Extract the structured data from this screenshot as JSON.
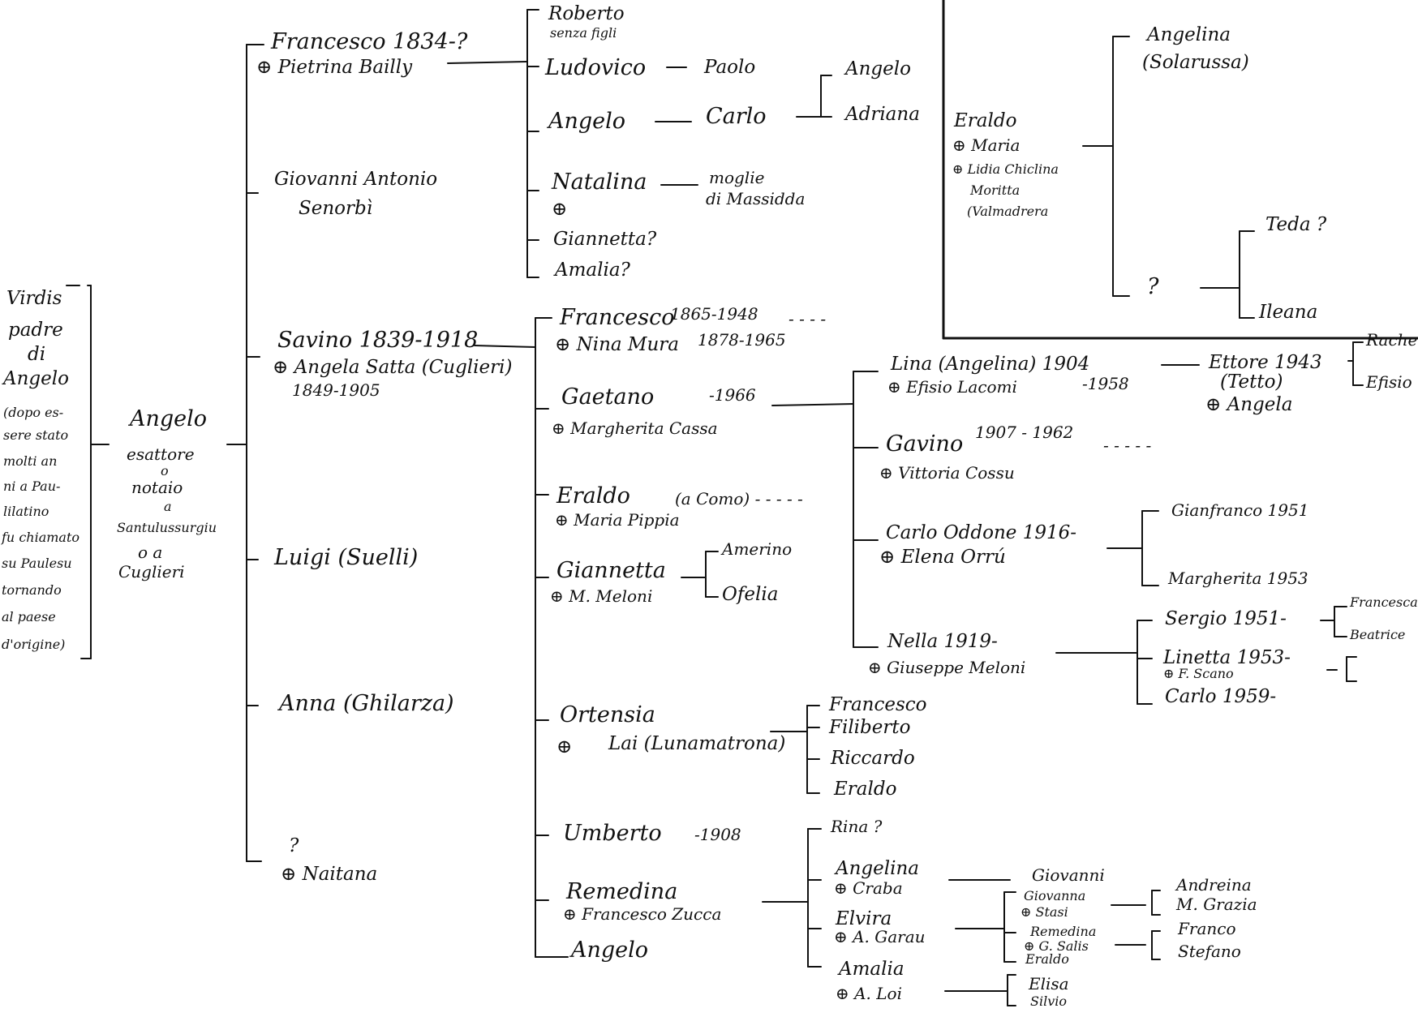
{
  "root": {
    "lines": [
      "Virdis",
      "padre",
      "di",
      "Angelo",
      "(dopo es-",
      "sere stato",
      "molti an",
      "ni a Pau-",
      "lilatino",
      "fu chiamato",
      "su Paulesu",
      "tornando",
      "al paese",
      "d'origine)"
    ]
  },
  "angelo": {
    "lines": [
      "Angelo",
      "esattore",
      "o",
      "notaio",
      "a",
      "Santulussurgiu",
      "o a",
      "Cuglieri"
    ]
  },
  "children": {
    "francesco": {
      "name": "Francesco 1834-?",
      "spouse": "⊕ Pietrina Bailly"
    },
    "giovanni_antonio": {
      "name": "Giovanni Antonio",
      "place": "Senorbì"
    },
    "savino": {
      "name": "Savino 1839-1918",
      "spouse": "⊕ Angela Satta (Cuglieri)",
      "spouse_dates": "1849-1905"
    },
    "luigi": {
      "name": "Luigi (Suelli)"
    },
    "anna": {
      "name": "Anna (Ghilarza)"
    },
    "unknown": {
      "name": "?",
      "spouse": "⊕ Naitana"
    }
  },
  "francesco_children": {
    "roberto": {
      "name": "Roberto",
      "note": "senza figli"
    },
    "ludovico": {
      "name": "Ludovico",
      "child": "Paolo"
    },
    "angelo": {
      "name": "Angelo",
      "child": "Carlo",
      "grandchildren": [
        "Angelo",
        "Adriana"
      ]
    },
    "natalina": {
      "name": "Natalina",
      "spouse": "⊕",
      "note_l1": "moglie",
      "note_l2": "di Massidda"
    },
    "giannetta": {
      "name": "Giannetta?"
    },
    "amalia": {
      "name": "Amalia?"
    }
  },
  "eraldo_box": {
    "name": "Eraldo",
    "spouse1": "⊕ Maria",
    "spouse2": "⊕ Lidia Chiclina",
    "spouse2_l2": "Moritta",
    "spouse2_l3": "(Valmadrera",
    "child1_l1": "Angelina",
    "child1_l2": "(Solarussa)",
    "child2": "?",
    "grandchild1": "Teda ?",
    "grandchild2": "Ileana"
  },
  "savino_children": {
    "francesco": {
      "name": "Francesco",
      "dates": "1865-1948",
      "spouse": "⊕ Nina Mura",
      "spouse_dates": "1878-1965",
      "dashes": "- - - -"
    },
    "gaetano": {
      "name": "Gaetano",
      "dates": "-1966",
      "spouse": "⊕ Margherita Cassa"
    },
    "eraldo": {
      "name": "Eraldo",
      "spouse": "⊕ Maria Pippia",
      "note": "(a Como) - - - - -"
    },
    "giannetta": {
      "name": "Giannetta",
      "spouse": "⊕ M. Meloni",
      "children": [
        "Amerino",
        "Ofelia"
      ]
    },
    "ortensia": {
      "name": "Ortensia",
      "spouse_sym": "⊕",
      "spouse": "Lai (Lunamatrona)",
      "children": [
        "Francesco",
        "Filiberto",
        "Riccardo",
        "Eraldo"
      ]
    },
    "umberto": {
      "name": "Umberto",
      "dates": "-1908"
    },
    "remedina": {
      "name": "Remedina",
      "spouse": "⊕ Francesco Zucca"
    },
    "angelo": {
      "name": "Angelo"
    }
  },
  "gaetano_children": {
    "lina": {
      "name": "Lina (Angelina) 1904",
      "spouse": "⊕ Efisio Lacomi",
      "dates": "-1958"
    },
    "ettore": {
      "name": "Ettore 1943",
      "nick": "(Tetto)",
      "spouse": "⊕ Angela",
      "children": [
        "Rachele",
        "Efisio"
      ]
    },
    "gavino": {
      "name": "Gavino",
      "dates": "1907 - 1962",
      "spouse": "⊕ Vittoria Cossu",
      "dashes": "- - - - -"
    },
    "carlo_oddone": {
      "name": "Carlo Oddone 1916-",
      "spouse": "⊕ Elena Orrú",
      "children": [
        "Gianfranco 1951",
        "Margherita 1953"
      ]
    },
    "nella": {
      "name": "Nella 1919-",
      "spouse": "⊕ Giuseppe Meloni"
    }
  },
  "nella_children": {
    "sergio": {
      "name": "Sergio 1951-",
      "children": [
        "Francesca",
        "Beatrice"
      ]
    },
    "linetta": {
      "name": "Linetta 1953-",
      "spouse": "⊕ F. Scano"
    },
    "carlo": {
      "name": "Carlo 1959-"
    }
  },
  "remedina_children": {
    "rina": {
      "name": "Rina ?"
    },
    "angelina": {
      "name": "Angelina",
      "spouse": "⊕ Craba"
    },
    "elvira": {
      "name": "Elvira",
      "spouse": "⊕ A. Garau"
    },
    "amalia": {
      "name": "Amalia",
      "spouse": "⊕ A. Loi"
    }
  },
  "garau_children": {
    "giovanni": {
      "name": "Giovanni",
      "spouse_l1": "Giovanna",
      "spouse_l2": "⊕ Stasi",
      "children": [
        "Andreina",
        "M. Grazia"
      ]
    },
    "remedina": {
      "name": "Remedina",
      "spouse": "⊕ G. Salis",
      "extra": "Eraldo",
      "children": [
        "Franco",
        "Stefano"
      ]
    }
  },
  "loi_children": [
    "Elisa",
    "Silvio"
  ]
}
